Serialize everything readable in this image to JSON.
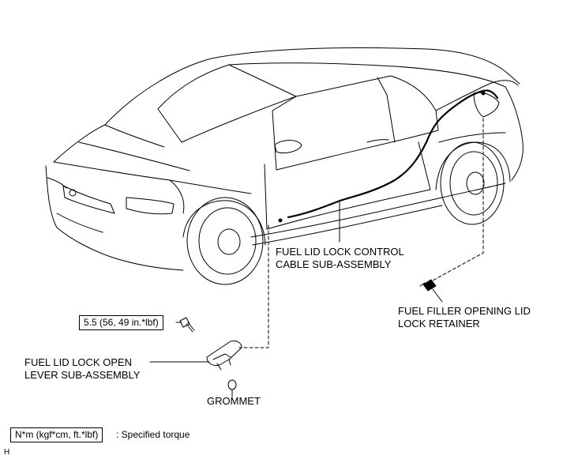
{
  "labels": {
    "cable": [
      "FUEL LID LOCK CONTROL",
      "CABLE SUB-ASSEMBLY"
    ],
    "retainer": [
      "FUEL FILLER OPENING LID",
      "LOCK RETAINER"
    ],
    "lever": [
      "FUEL LID LOCK OPEN",
      "LEVER SUB-ASSEMBLY"
    ],
    "grommet": "GROMMET"
  },
  "torque": {
    "value": "5.5 (56, 49 in.*lbf)"
  },
  "legend": {
    "unit_box": "N*m (kgf*cm, ft.*lbf)",
    "description": ": Specified torque"
  },
  "corner_code": "H"
}
